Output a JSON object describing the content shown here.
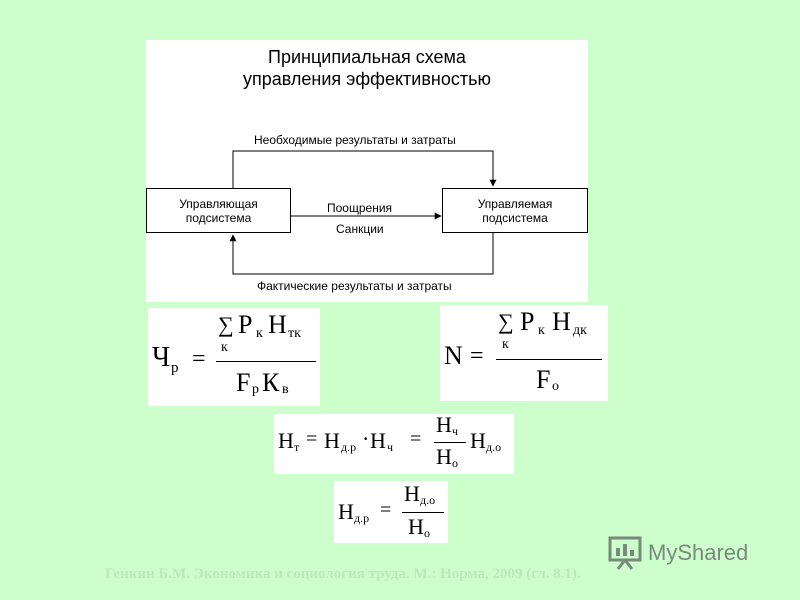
{
  "diagram": {
    "title_line1": "Принципиальная схема",
    "title_line2": "управления эффективностью",
    "box_left_line1": "Управляющая",
    "box_left_line2": "подсистема",
    "box_right_line1": "Управляемая",
    "box_right_line2": "подсистема",
    "top_arrow_label": "Необходимые результаты и затраты",
    "bottom_arrow_label": "Фактические результаты и затраты",
    "middle_label_top": "Поощрения",
    "middle_label_bottom": "Санкции"
  },
  "formula1": {
    "lhs": "Ч",
    "lhs_sub": "р",
    "eq": "=",
    "sum": "∑",
    "sum_sub": "к",
    "num_p": "Р",
    "num_p_sub": "к",
    "num_h": "Н",
    "num_h_sub": "тк",
    "den_f": "F",
    "den_f_sub": "р",
    "den_k": "К",
    "den_k_sub": "в"
  },
  "formula2": {
    "lhs": "N",
    "eq": "=",
    "sum": "∑",
    "sum_sub": "к",
    "num_p": "Р",
    "num_p_sub": "к",
    "num_h": "Н",
    "num_h_sub": "дк",
    "den_f": "F",
    "den_f_sub": "о"
  },
  "formula3": {
    "h1": "Н",
    "h1_sub": "т",
    "eq1": "=",
    "h2": "Н",
    "h2_sub": "д.р",
    "dot": "·",
    "h3": "Н",
    "h3_sub": "ч",
    "eq2": "=",
    "frac_num": "Н",
    "frac_num_sub": "ч",
    "frac_den": "Н",
    "frac_den_sub": "о",
    "h4": "Н",
    "h4_sub": "д.о"
  },
  "formula4": {
    "lhs": "Н",
    "lhs_sub": "д.р",
    "eq": "=",
    "frac_num": "Н",
    "frac_num_sub": "д.о",
    "frac_den": "Н",
    "frac_den_sub": "о"
  },
  "watermark": {
    "text": "MyShared",
    "icon": "presentation-board-icon"
  },
  "source": "Генкин Б.М. Экономика и социология труда. М.: Норма, 2009 (гл. 8.1)."
}
